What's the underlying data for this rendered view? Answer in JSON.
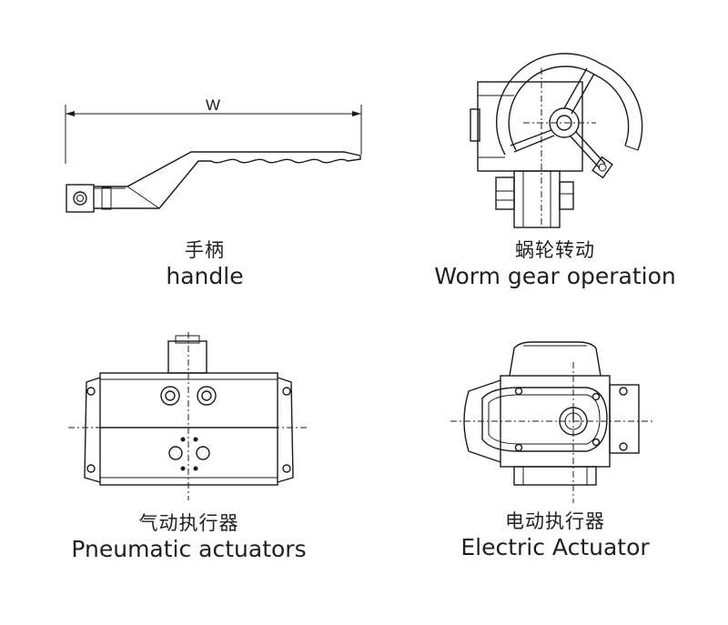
{
  "dimension_label": "W",
  "items": [
    {
      "zh": "手柄",
      "en": "handle",
      "icon": "handle-lever-icon"
    },
    {
      "zh": "蜗轮转动",
      "en": "Worm gear operation",
      "icon": "worm-gear-icon"
    },
    {
      "zh": "气动执行器",
      "en": "Pneumatic actuators",
      "icon": "pneumatic-actuator-icon"
    },
    {
      "zh": "电动执行器",
      "en": "Electric Actuator",
      "icon": "electric-actuator-icon"
    }
  ]
}
